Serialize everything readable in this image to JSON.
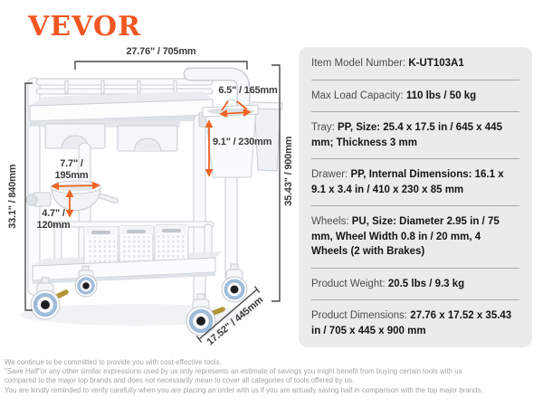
{
  "brand": {
    "logo_text": "VEVOR"
  },
  "diagram": {
    "dimensions": {
      "top_width": "27.76\" / 705mm",
      "side_bucket_width": "6.5\" / 165mm",
      "side_bucket_height": "9.1\" / 230mm",
      "bowl_width": "7.7\" / 195mm",
      "bowl_depth": "4.7\" / 120mm",
      "height_without_handle": "33.1\" / 840mm",
      "height_with_handle": "35.43\" / 900mm",
      "depth": "17.52\" / 445mm"
    }
  },
  "specs": {
    "rows": [
      {
        "label": "Item Model Number: ",
        "value": "K-UT103A1"
      },
      {
        "label": "Max Load Capacity: ",
        "value": "110 lbs / 50 kg"
      },
      {
        "label": "Tray: ",
        "value": "PP, Size: 25.4 x 17.5 in / 645 x 445 mm; Thickness 3 mm"
      },
      {
        "label": "Drawer: ",
        "value": "PP, Internal Dimensions: 16.1 x 9.1 x 3.4 in / 410 x 230 x 85 mm"
      },
      {
        "label": "Wheels: ",
        "value": "PU, Size: Diameter 2.95 in / 75 mm, Wheel Width 0.8 in / 20 mm, 4 Wheels (2 with Brakes)"
      },
      {
        "label": "Product Weight: ",
        "value": "20.5 lbs / 9.3 kg"
      },
      {
        "label": "Product Dimensions: ",
        "value": "27.76 x 17.52 x 35.43 in / 705 x 445 x 900 mm"
      }
    ]
  },
  "footer": {
    "lines": [
      "We continue to be committed to provide you with cost-effective tools.",
      "\"Save Half\"or any other similar expressions used by us only represents an estimate of savings you might benefit from buying certain tools with us",
      "compared to the major top brands and does not necessarily mean to cover all categories of tools offered by us.",
      "You are kindly reminded to verify carefully when you are placing an order with us if you are actually saving half in comparison with the top major brands."
    ]
  },
  "colors": {
    "brand_orange": "#f15722",
    "arrow_orange": "#f26522",
    "panel_bg": "#ebebeb"
  }
}
